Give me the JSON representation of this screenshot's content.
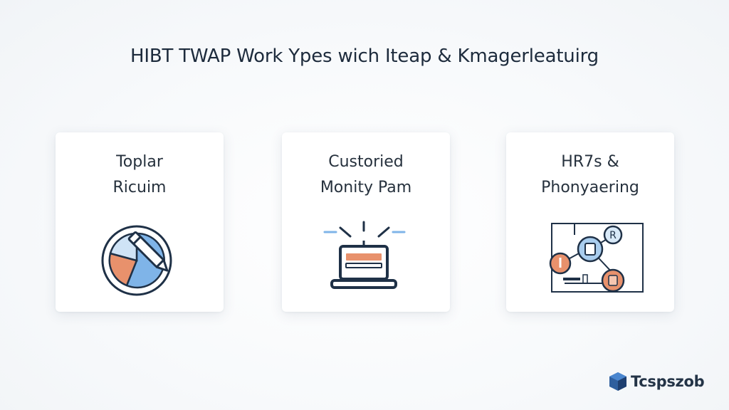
{
  "page": {
    "title": "HIBT TWAP Work Ypes wich Iteap & Kmagerleatuirg"
  },
  "cards": [
    {
      "title_line1": "Toplar",
      "title_line2": "Ricuim",
      "icon": "pie-chart-pencil-icon"
    },
    {
      "title_line1": "Custoried",
      "title_line2": "Monity Pam",
      "icon": "laptop-alert-icon"
    },
    {
      "title_line1": "HR7s &",
      "title_line2": "Phonyaering",
      "icon": "network-nodes-icon",
      "node_label": "R"
    }
  ],
  "brand": {
    "name": "Tcspszob",
    "icon": "cube-logo-icon"
  },
  "colors": {
    "accent_blue": "#7fb4e8",
    "accent_orange": "#e8916c",
    "outline": "#1f3147"
  }
}
